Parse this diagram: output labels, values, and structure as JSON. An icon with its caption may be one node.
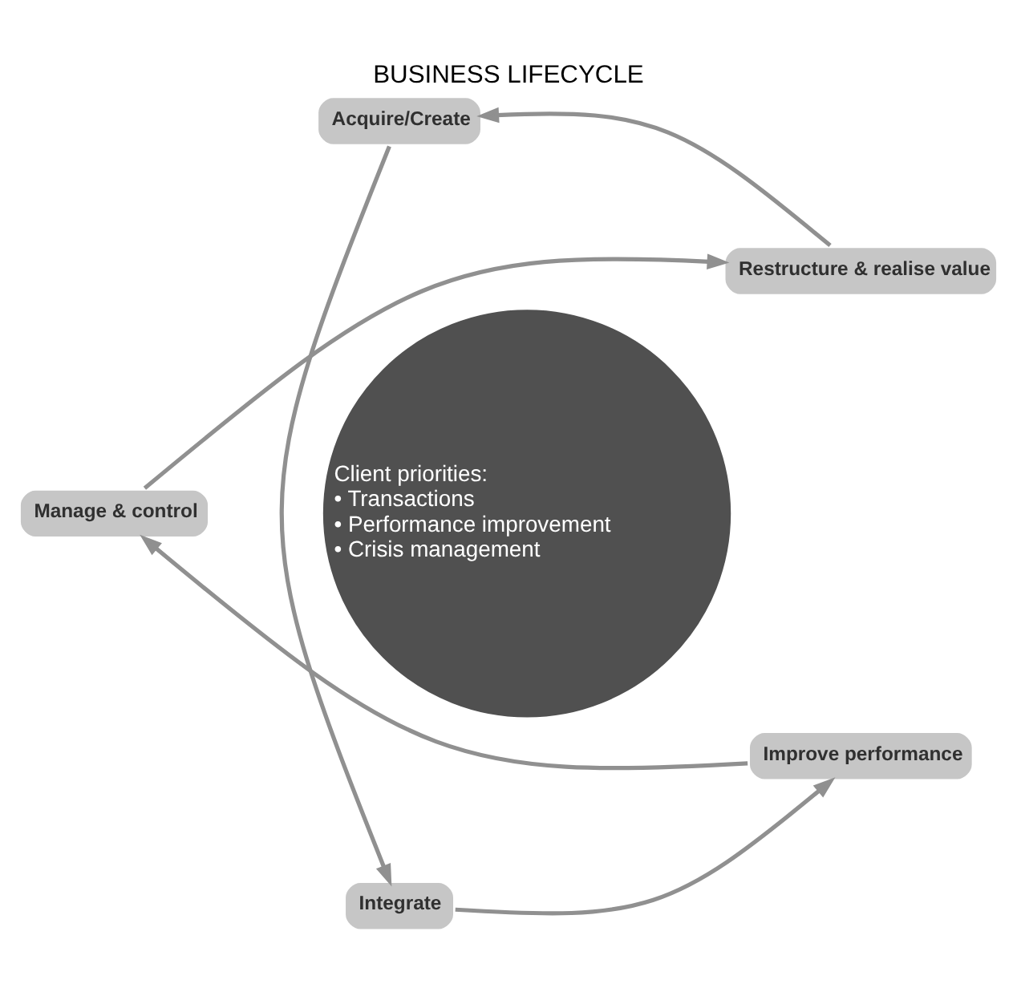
{
  "diagram": {
    "title": "BUSINESS LIFECYCLE",
    "nodes": [
      {
        "text": [
          "Restructure & realise value"
        ]
      },
      {
        "text": [
          "Acquire/Create"
        ]
      },
      {
        "text": [
          "Client priorities:",
          "• Transactions",
          "• Performance improvement",
          "• Crisis management"
        ]
      },
      {
        "text": [
          "Manage & control"
        ]
      },
      {
        "text": [
          "Integrate"
        ]
      },
      {
        "text": [
          "Improve performance"
        ]
      }
    ],
    "edges": [
      {
        "from": 1,
        "to": 4,
        "arrow": "to"
      },
      {
        "from": 4,
        "to": 5,
        "arrow": "to"
      },
      {
        "from": 5,
        "to": 3,
        "arrow": "to"
      },
      {
        "from": 3,
        "to": 0,
        "arrow": "to"
      },
      {
        "from": 0,
        "to": 1,
        "arrow": "to"
      }
    ]
  }
}
